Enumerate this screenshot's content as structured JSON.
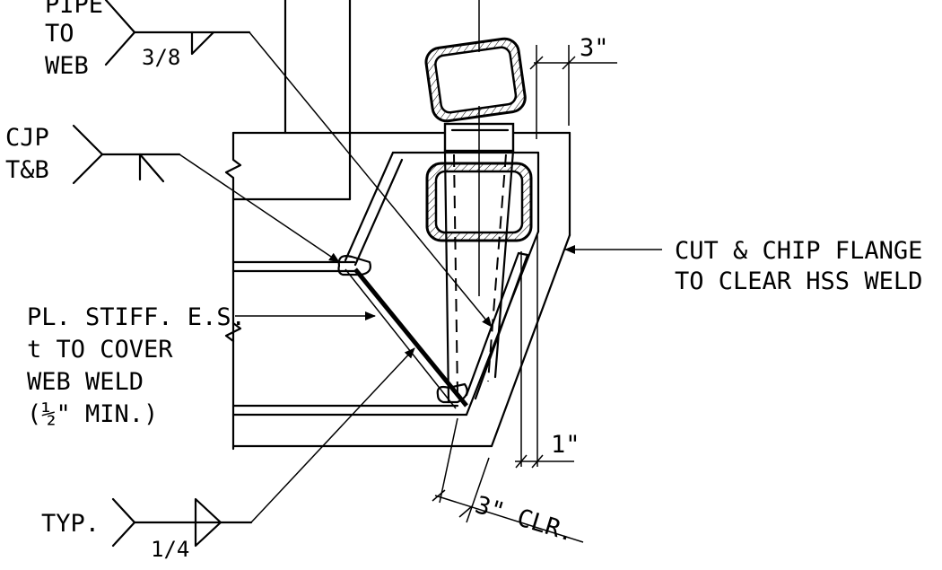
{
  "notes": {
    "pipe_to_web": [
      "PIPE",
      "TO",
      "WEB"
    ],
    "pipe_weld_size": "3/8",
    "cjp": [
      "CJP",
      "T&B"
    ],
    "stiffener": [
      "PL. STIFF. E.S.",
      "t TO COVER",
      "WEB WELD",
      "(½\" MIN.)"
    ],
    "cut_chip": [
      "CUT & CHIP FLANGE",
      "TO CLEAR HSS WELD"
    ],
    "typ": "TYP.",
    "typ_weld_size": "1/4"
  },
  "dimensions": {
    "top_gap": "3\"",
    "side_gap": "1\"",
    "clearance": "3\" CLR."
  }
}
